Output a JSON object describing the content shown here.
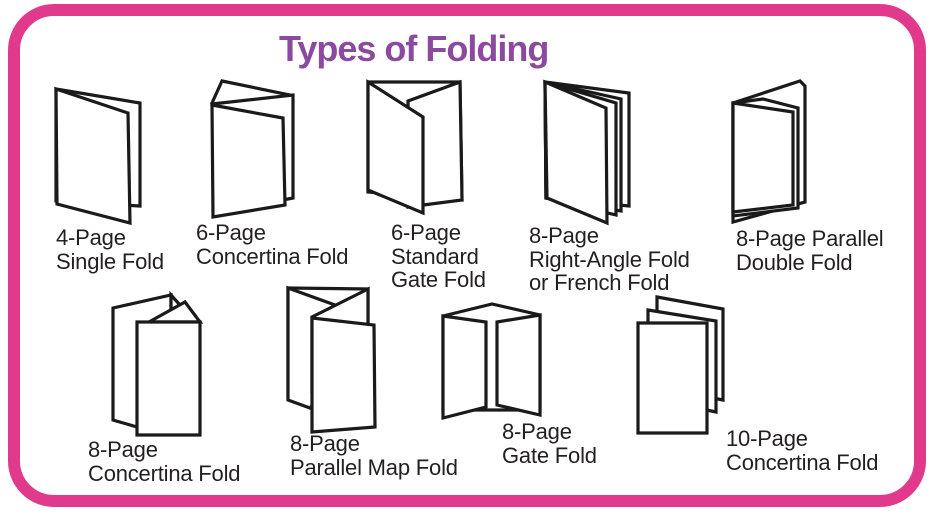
{
  "title": {
    "text": "Types of Folding"
  },
  "colors": {
    "border_pink": "#E13A8D",
    "title_purple": "#8B4A9F",
    "line_black": "#1A1A1A",
    "label_color": "#231F20",
    "background": "#FFFFFF"
  },
  "items": [
    {
      "name": "4-page-single-fold",
      "icon": "single-fold-icon",
      "lines": [
        "4-Page",
        "Single Fold"
      ]
    },
    {
      "name": "6-page-concertina-fold",
      "icon": "concertina-6-fold-icon",
      "lines": [
        "6-Page",
        "Concertina Fold"
      ]
    },
    {
      "name": "6-page-standard-gate-fold",
      "icon": "standard-gate-fold-icon",
      "lines": [
        "6-Page",
        "Standard",
        "Gate Fold"
      ]
    },
    {
      "name": "8-page-right-angle-fold",
      "icon": "french-fold-icon",
      "lines": [
        "8-Page",
        "Right-Angle Fold",
        "or French Fold"
      ]
    },
    {
      "name": "8-page-parallel-double-fold",
      "icon": "parallel-double-fold-icon",
      "lines": [
        "8-Page Parallel",
        "Double Fold"
      ]
    },
    {
      "name": "8-page-concertina-fold",
      "icon": "concertina-8-fold-icon",
      "lines": [
        "8-Page",
        "Concertina Fold"
      ]
    },
    {
      "name": "8-page-parallel-map-fold",
      "icon": "parallel-map-fold-icon",
      "lines": [
        "8-Page",
        "Parallel Map Fold"
      ]
    },
    {
      "name": "8-page-gate-fold",
      "icon": "gate-8-fold-icon",
      "lines": [
        "8-Page",
        "Gate Fold"
      ]
    },
    {
      "name": "10-page-concertina-fold",
      "icon": "concertina-10-fold-icon",
      "lines": [
        "10-Page",
        "Concertina Fold"
      ]
    }
  ]
}
